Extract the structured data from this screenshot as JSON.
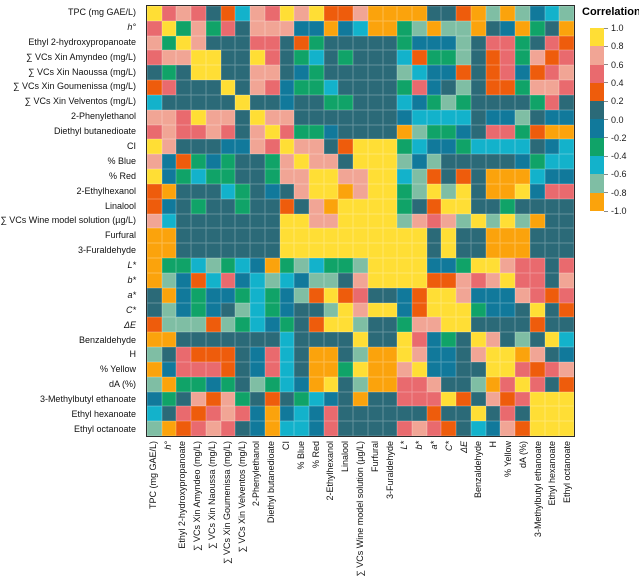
{
  "legend": {
    "title": "Correlation",
    "tick_labels": [
      "1.0",
      "0.8",
      "0.6",
      "0.4",
      "0.2",
      "0.0",
      "-0.2",
      "-0.4",
      "-0.6",
      "-0.8",
      "-1.0"
    ],
    "block_codes_top_to_bottom": [
      "Y",
      "LS",
      "S",
      "O",
      "DT",
      "TB",
      "G",
      "C",
      "SF",
      "OR"
    ]
  },
  "palette": {
    "Y": "#FFDE35",
    "LS": "#F1A595",
    "S": "#E96A6E",
    "O": "#EE5C0C",
    "DT": "#2B6A78",
    "TB": "#11799B",
    "G": "#10A368",
    "C": "#13B2CB",
    "SF": "#7FBEA4",
    "OR": "#FBA30C"
  },
  "chart_data": {
    "type": "heatmap",
    "title": "",
    "legend_title": "Correlation",
    "colorbar_range": [
      -1.0,
      1.0
    ],
    "bin_value_of_code": {
      "Y": 0.9,
      "LS": 0.7,
      "S": 0.5,
      "O": 0.3,
      "DT": 0.1,
      "TB": -0.1,
      "G": -0.3,
      "C": -0.5,
      "SF": -0.7,
      "OR": -0.9
    },
    "labels": [
      {
        "text": "TPC (mg GAE/L)",
        "italic": false
      },
      {
        "text": "h°",
        "italic": true
      },
      {
        "text": "Ethyl 2-hydroxypropanoate",
        "italic": false
      },
      {
        "text": "∑ VCs Xin Amyndeo (mg/L)",
        "italic": false
      },
      {
        "text": "∑ VCs Xin Naoussa (mg/L)",
        "italic": false
      },
      {
        "text": "∑ VCs Xin Goumenissa (mg/L)",
        "italic": false
      },
      {
        "text": "∑ VCs Xin Velventos (mg/L)",
        "italic": false
      },
      {
        "text": "2-Phenylethanol",
        "italic": false
      },
      {
        "text": "Diethyl butanedioate",
        "italic": false
      },
      {
        "text": "CI",
        "italic": false
      },
      {
        "text": "% Blue",
        "italic": false
      },
      {
        "text": "% Red",
        "italic": false
      },
      {
        "text": "2-Ethylhexanol",
        "italic": false
      },
      {
        "text": "Linalool",
        "italic": false
      },
      {
        "text": "∑ VCs Wine model solution (µg/L)",
        "italic": false
      },
      {
        "text": "Furfural",
        "italic": false
      },
      {
        "text": "3-Furaldehyde",
        "italic": false
      },
      {
        "text": "L*",
        "italic": true
      },
      {
        "text": "b*",
        "italic": true
      },
      {
        "text": "a*",
        "italic": true
      },
      {
        "text": "C*",
        "italic": true
      },
      {
        "text": "ΔE",
        "italic": true
      },
      {
        "text": "Benzaldehyde",
        "italic": false
      },
      {
        "text": "H",
        "italic": false
      },
      {
        "text": "% Yellow",
        "italic": false
      },
      {
        "text": "dA (%)",
        "italic": false
      },
      {
        "text": "3-Methylbutyl ethanoate",
        "italic": false
      },
      {
        "text": "Ethyl hexanoate",
        "italic": false
      },
      {
        "text": "Ethyl octanoate",
        "italic": false
      }
    ],
    "matrix_codes": [
      "Y S LS S DT O C LS S Y LS Y O O LS OR OR OR OR DT DT O OR SF OR SF TB C SF",
      "S Y G LS G S DT LS LS LS TB TB OR TB C OR OR G SF OR SF SF OR DT TB OR G DT OR",
      "LS G Y LS DT DT DT S S DT O G DT DT DT DT DT G TB TB TB SF DT S S G DT S O",
      "S LS LS Y Y DT DT Y S DT G C DT G DT DT DT C O G G SF DT O S G LS O S",
      "DT G DT Y Y DT DT LS LS DT TB G DT DT DT DT DT SF C TB TB O DT O S TB O S LS",
      "O S DT DT DT Y DT LS S TB G G C DT DT DT DT G S TB DT SF DT O O G LS LS S",
      "C DT DT DT DT DT Y DT DT TB DT DT G G DT DT DT C TB G SF G DT DT DT DT G S DT",
      "LS LS S Y LS LS DT Y LS LS DT DT DT DT DT DT DT TB C C C C DT TB TB SF DT TB TB",
      "S LS S S LS S DT LS Y S G G TB DT DT DT DT OR SF G G TB DT S S G O OR OR",
      "Y LS DT DT DT TB TB LS S Y LS LS DT O Y Y Y G C TB TB G C C C C DT TB C",
      "LS TB O G TB G DT DT G LS Y LS LS DT Y Y Y SF TB SF DT DT DT DT DT TB G C C",
      "Y TB G C G G DT DT G LS LS Y Y LS LS Y Y C SF O DT O DT OR OR OR C TB TB",
      "O OR DT DT DT C G DT TB DT LS Y Y OR LS Y Y G SF Y SF Y DT OR OR Y TB S S",
      "O TB DT G DT DT G DT DT O DT LS OR Y Y Y Y G DT O Y Y DT DT G DT DT DT DT",
      "LS C DT DT DT DT DT DT DT Y Y LS LS Y Y Y Y SF LS S LS SF Y SF Y SF OR DT DT",
      "OR OR DT DT DT DT DT DT DT Y Y Y Y Y Y Y Y Y Y DT Y DT DT OR OR OR DT DT DT",
      "OR OR DT DT DT DT DT DT DT Y Y Y Y Y Y Y Y Y Y DT Y DT DT OR OR OR DT DT DT",
      "OR G G C SF G C TB OR G SF C G G SF Y Y Y Y TB TB G Y Y LS S S DT S",
      "OR SF TB O C S TB C SF C TB SF SF DT LS Y Y Y Y O O LS S LS Y S S DT LS",
      "DT OR TB G TB TB G C G TB SF O Y O S DT DT TB O Y Y LS TB TB TB LS S O S",
      "DT SF TB G TB DT SF C G TB DT DT SF Y LS Y Y TB O Y Y Y G TB TB DT Y DT O",
      "O SF SF SF O SF G C TB G DT O Y Y SF DT DT G LS LS Y Y DT DT DT DT O DT DT",
      "OR OR DT DT DT DT DT DT DT C DT DT DT DT Y DT DT Y S TB G DT Y LS DT SF DT Y C",
      "SF DT S O O O DT TB S C DT OR OR DT SF OR OR Y LS TB TB DT LS Y Y OR LS DT TB",
      "OR TB S S S O DT TB S C DT OR OR G Y OR OR LS Y TB TB DT DT Y Y S O S LS",
      "SF OR G G TB G DT SF G C TB OR Y DT SF OR OR S S LS DT DT SF OR S Y S DT O",
      "TB G DT LS O LS G DT O DT G C TB DT OR DT DT S S S Y O DT LS O S Y Y Y",
      "C DT S O S LS S TB OR TB C TB S DT DT DT DT DT DT O DT DT Y DT S DT Y Y Y",
      "SF OR O S LS S DT TB OR C C TB S DT DT DT DT S LS S O DT C TB LS O Y Y Y"
    ]
  }
}
